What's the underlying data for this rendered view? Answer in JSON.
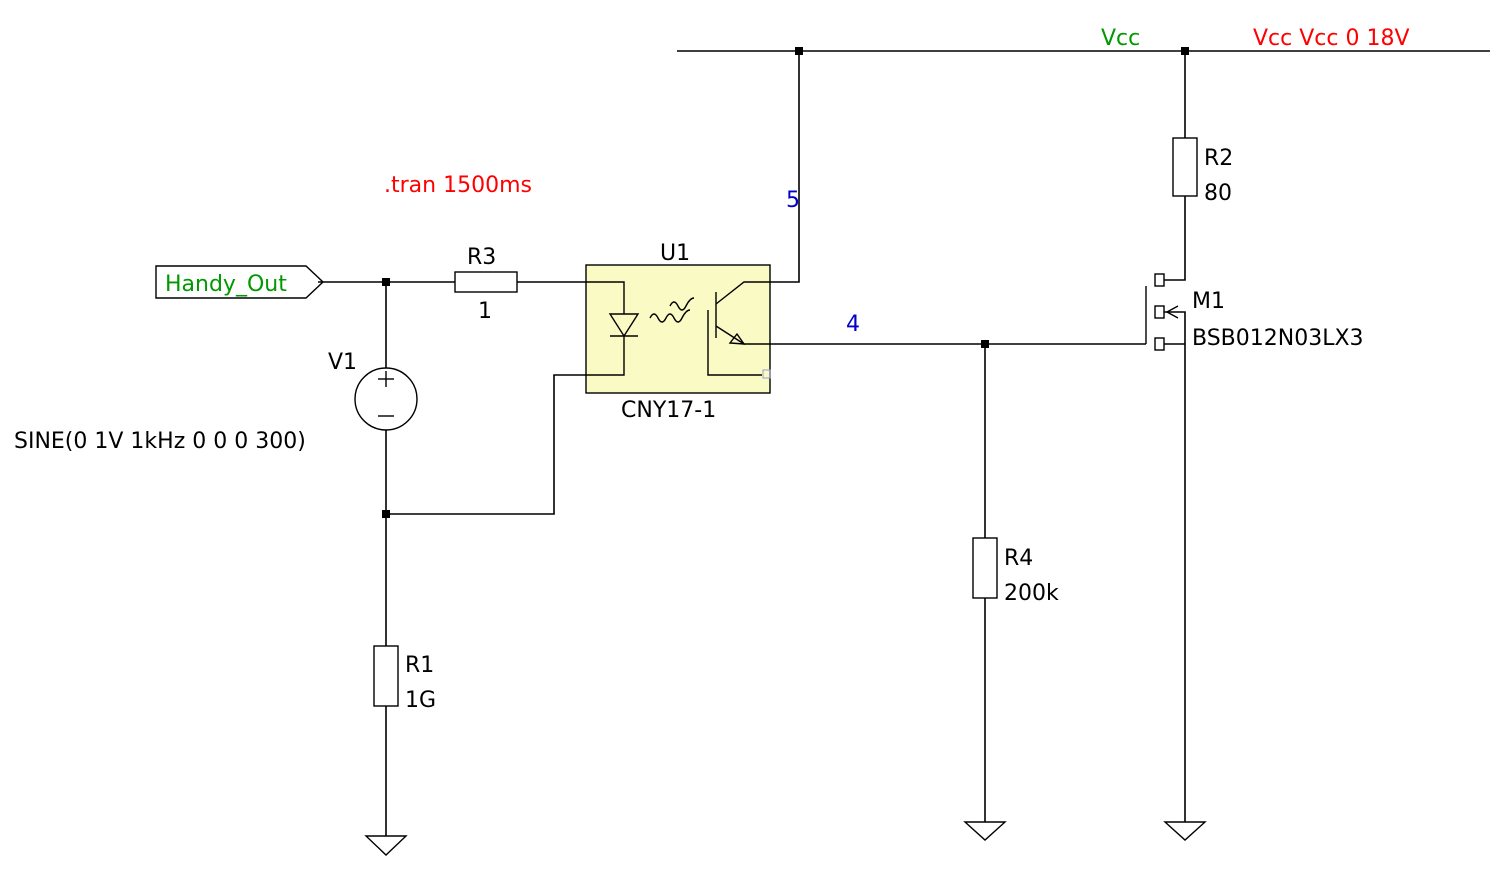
{
  "directives": {
    "tran": ".tran 1500ms",
    "vcc_source": "Vcc Vcc 0 18V"
  },
  "net_labels": {
    "vcc": "Vcc",
    "handy_out": "Handy_Out",
    "node5": "5",
    "node4": "4"
  },
  "components": {
    "R3": {
      "name": "R3",
      "value": "1"
    },
    "R1": {
      "name": "R1",
      "value": "1G"
    },
    "R2": {
      "name": "R2",
      "value": "80"
    },
    "R4": {
      "name": "R4",
      "value": "200k"
    },
    "V1": {
      "name": "V1",
      "value": "SINE(0 1V 1kHz 0 0 0 300)"
    },
    "U1": {
      "name": "U1",
      "value": "CNY17-1"
    },
    "M1": {
      "name": "M1",
      "value": "BSB012N03LX3"
    }
  },
  "colors": {
    "directive": "#ff0000",
    "net_flag": "#009900",
    "net_node": "#0000cc",
    "optocoupler_fill": "#fafac4"
  }
}
